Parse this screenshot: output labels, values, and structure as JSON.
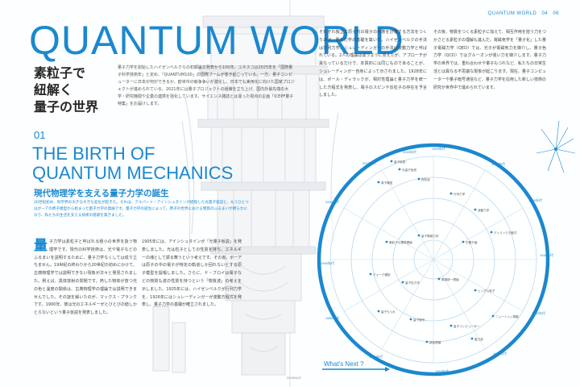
{
  "running_header": {
    "magazine": "QUANTUM WORLD",
    "page_left": "04",
    "page_right": "06"
  },
  "main_title": "QUANTUM WORLD",
  "subtitle_jp": [
    "素粒子で",
    "紐解く",
    "量子の世界"
  ],
  "intro_paragraph": "量子力学を創始したハイゼンベルクらの初期論文発表から100年。ユネスコは2025年を「国際量子科学技術年」と定め、「QUANTUM100」の国際ブームが巻き起こっている。一方、量子コンピューターに日本が何ができるか、欧米中の競争争いが激化し、日本でも実用化に向けた国家プロジェクトが進められている。2021年には量子ブロジェクトの組織を立ち上げ、国内外最先端の大学・研究機関や企業の連携を強化しています。サイエンス雑誌とは違った視点の企画「ICEPF量子特集」をお届けします。",
  "section": {
    "number": "01",
    "title_lines": [
      "THE BIRTH OF",
      "QUANTUM MECHANICS"
    ],
    "subtitle": "現代物理学を支える量子力学の誕生",
    "lead": "20世紀初め、科学界の大きな大きな変化が起きた。それは、アルバート・アインシュタインが提唱した光量子仮説と、もうひとつはボーアの原子模型から始まった量子力学の発展です。量子力学の誕生によって、原子の世界における物質のふるまいが明らかになり、私たちの生活を支える技術の基礎を築きました。"
  },
  "body": {
    "dropcap": "量",
    "col_left_1": "子力学は素粒子と呼ばれる極小の世界を扱う物理学です。現代の科学技術は、光や電子などのふるまいを説明するために、量子力学なくしては成り立ちません。19世紀の終わりから20世紀の初めにかけて、古典物理学では説明できない現象が次々と発見されました。例えば、黒体放射の問題です。熱した物体が放つ光の色と温度の関係は、古典物理学の理論では説明できませんでした。その謎を解いたのが、マックス・プランクです。1900年、彼は光のエネルギーがとびとびの値しかとらないという量子仮説を発表しました。",
    "col_left_2": "1905年には、アインシュタインが「光量子仮説」を発表しました。光は粒子としての性質を持ち、エネルギーの塊として振る舞うという考えです。その後、ボーアは原子の中の電子が特定の軌道しか回れないとする原子模型を提唱しました。さらに、ド・ブロイは電子などの物質も波の性質を持つという「物質波」の考えを示しました。1925年には、ハイゼンベルクが行列力学を、1926年にはシュレーディンガーが波動方程式を発表し、量子力学の基礎が確立されました。",
    "col_right_1": "それぞれ独立に原子内の電子の状態を計算する方法をつくりあげ、量子力学の基礎を築いた。ハイゼンベルクの手法は行列力学、シュレーディンガーの手法は波動力学と呼ばれている。2人の理論は違うように見えたが、アプローチが異なっているだけで、本質的には同じものであることが、シュレーディンガー自身によって示されました。1928年には、ポール・ディラックが、相対性理論と量子力学を統一した方程式を発表し、電子のスピンや反粒子の存在を予言しました。",
    "col_right_2": "その後、物質をつくる素粒子に加えて、相互作用を担う力をつかさどる素粒子の理解も進んだ。電磁気学を「量子化」した量子電磁力学（QED）では、光子が電磁気力を媒介し、量子色力学（QCD）ではグルーオンが強い力を媒介します。量子力学の世界では、重ね合わせや量子もつれなど、私たちの日常生活とは異なる不思議な現象が起こります。現在、量子コンピューターや量子暗号通信など、量子力学を応用した新しい技術の研究が世界中で進められています。"
  },
  "diagram": {
    "whats_next": "What's Next ?",
    "ring_years": [
      "1900年代",
      "1910年代",
      "1920年代",
      "1930年代",
      "1940年代",
      "1950年代",
      "1960年代",
      "1970年代",
      "1980年代",
      "1990年代",
      "2000年代",
      "2010年代",
      "2020年代"
    ],
    "node_labels": [
      "量子仮説",
      "光量子仮説",
      "原子模型",
      "物質波",
      "行列力学",
      "波動力学",
      "ディラック方程式",
      "中間子論",
      "量子電磁力学",
      "素粒子の標準理論",
      "クォーク模型",
      "量子色力学",
      "電弱統一理論",
      "ヒッグス粒子",
      "ニュートリノ振動",
      "量子コンピューター",
      "量子暗号",
      "量子もつれ",
      "超弦理論",
      "重力波"
    ]
  },
  "folio": "SCIENCE"
}
